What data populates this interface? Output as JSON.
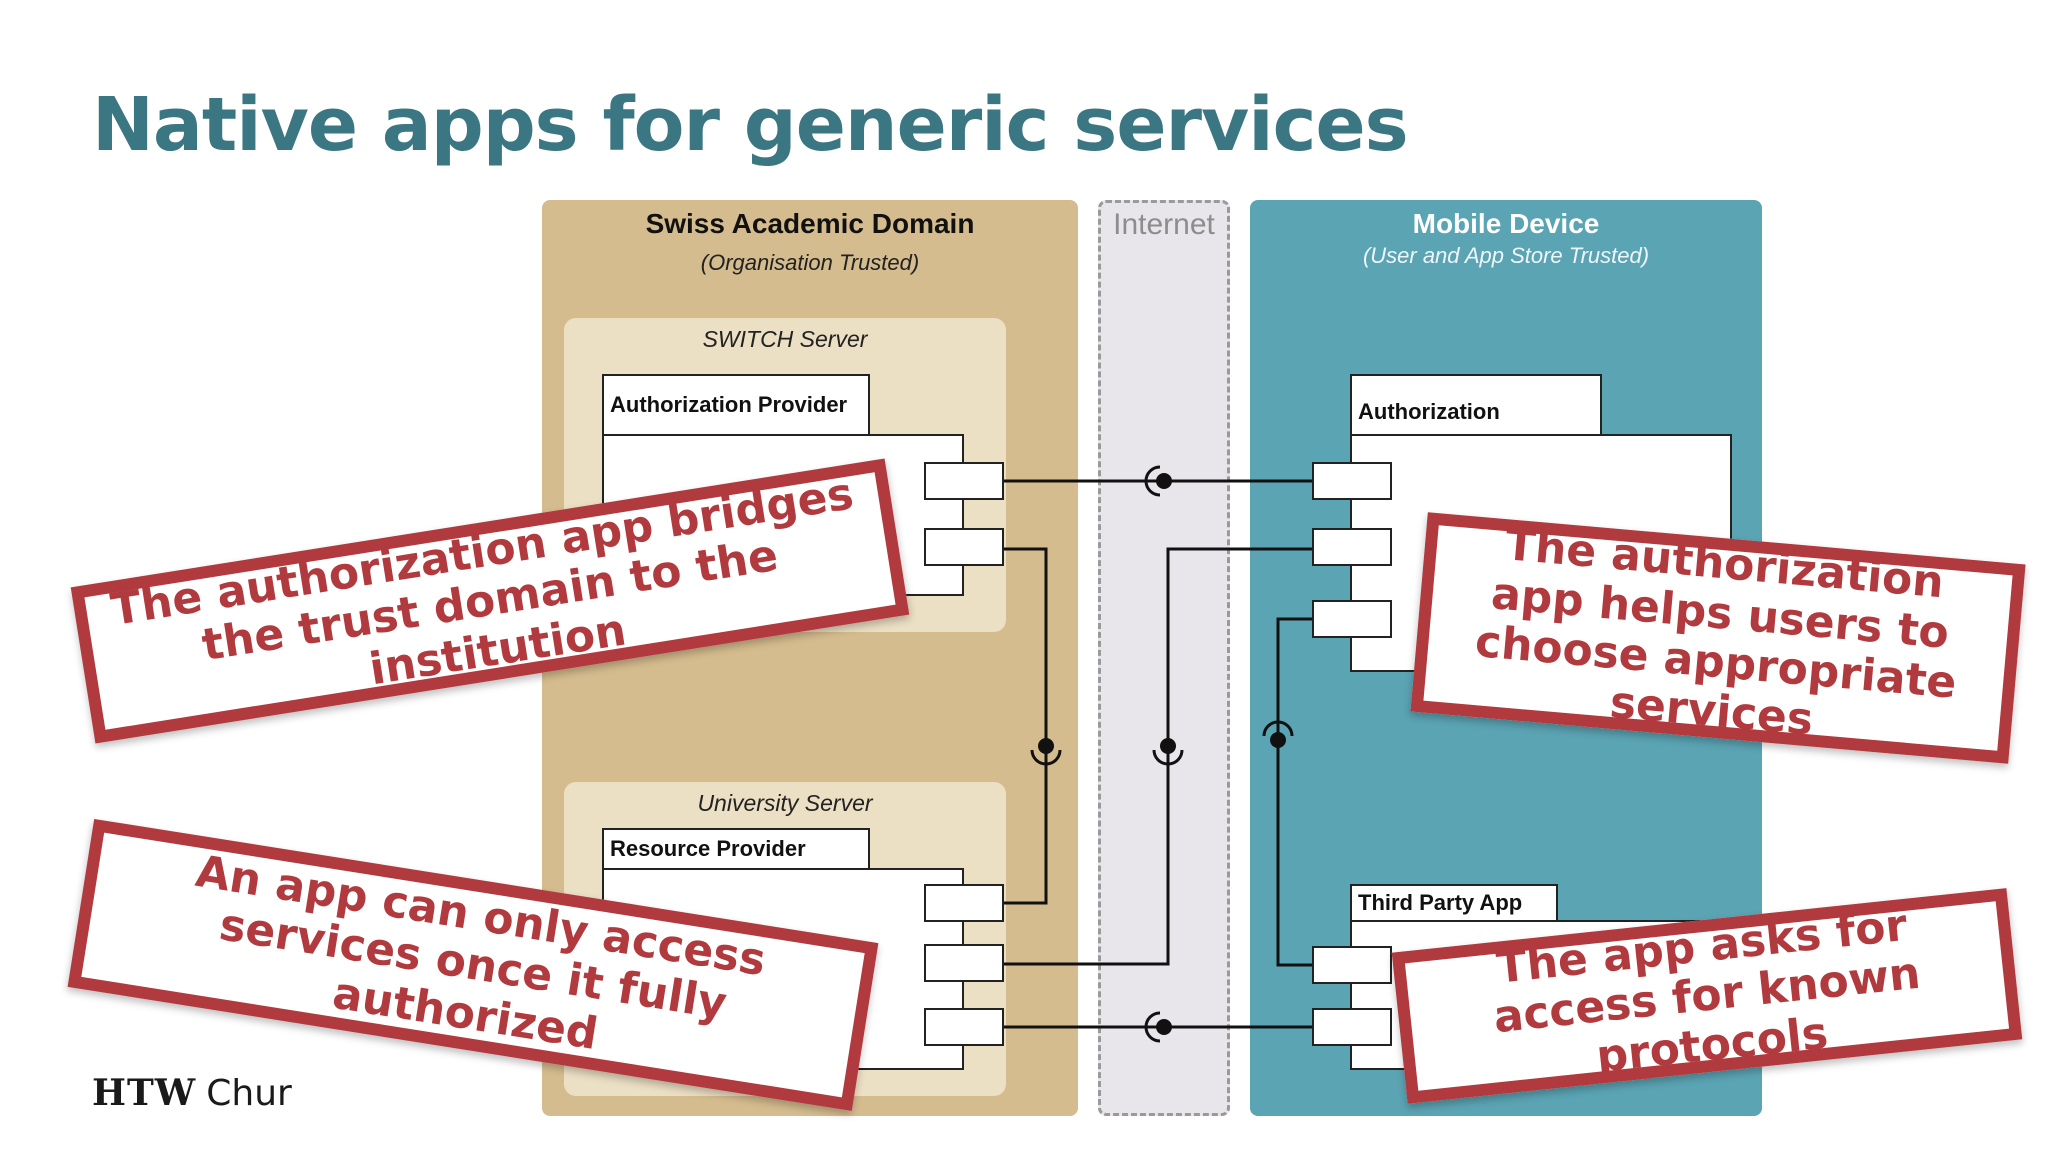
{
  "slide": {
    "title": "Native apps for generic services"
  },
  "footer": {
    "logo_bold": "HTW",
    "logo_light": "Chur"
  },
  "zones": {
    "academic": {
      "title": "Swiss Academic Domain",
      "subtitle": "(Organisation Trusted)"
    },
    "internet": {
      "title": "Internet"
    },
    "mobile": {
      "title": "Mobile Device",
      "subtitle": "(User and App Store Trusted)"
    }
  },
  "servers": {
    "switch": {
      "label": "SWITCH Server",
      "component": "Authorization Provider"
    },
    "university": {
      "label": "University Server",
      "component": "Resource Provider"
    }
  },
  "mobile_components": {
    "authorization": "Authorization",
    "third_party": "Third Party App"
  },
  "callouts": {
    "bridges": "The authorization app bridges the trust domain to the institution",
    "choose": "The authorization app helps users to choose appropriate services",
    "access": "An app can only access services once it fully authorized",
    "asks": "The app asks for access for known protocols"
  },
  "colors": {
    "title": "#3b7683",
    "academic_zone": "#d5bc8e",
    "server_box": "#ebdfc4",
    "internet_zone": "#e8e6ea",
    "mobile_zone": "#5ba4b4",
    "callout_red": "#b03a3e"
  }
}
